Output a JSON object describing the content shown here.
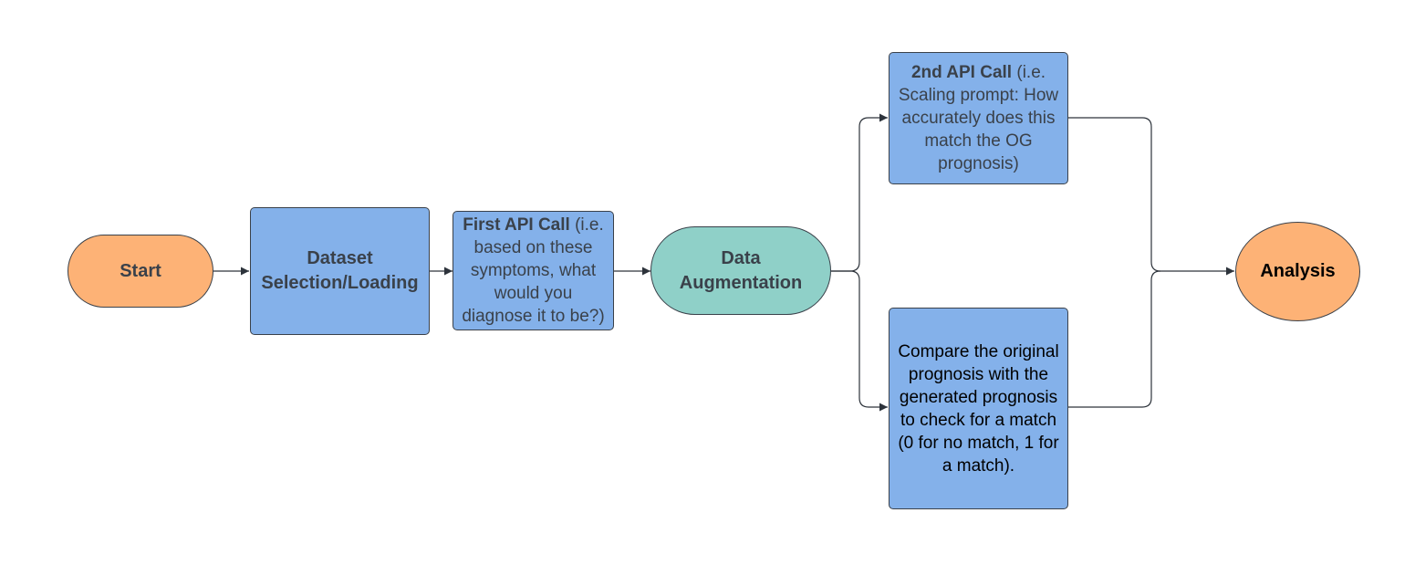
{
  "nodes": {
    "start": {
      "label": "Start"
    },
    "dataset": {
      "line1": "Dataset",
      "line2": "Selection/Loading"
    },
    "first_api": {
      "bold": "First API Call",
      "rest": " (i.e. based on these symptoms, what would you diagnose it to be?)"
    },
    "augmentation": {
      "line1": "Data",
      "line2": "Augmentation"
    },
    "second_api": {
      "bold": "2nd API Call",
      "rest": " (i.e. Scaling prompt: How accurately does this match the OG prognosis)"
    },
    "compare": {
      "text": "Compare the original prognosis with the generated prognosis to check for a match (0 for no match, 1 for a match)."
    },
    "analysis": {
      "label": "Analysis"
    }
  },
  "colors": {
    "rect_fill": "#84b1ea",
    "terminal_fill": "#fdb276",
    "augmentation_fill": "#8fd0c8",
    "stroke": "#3a414a",
    "connector": "#2d333b"
  }
}
